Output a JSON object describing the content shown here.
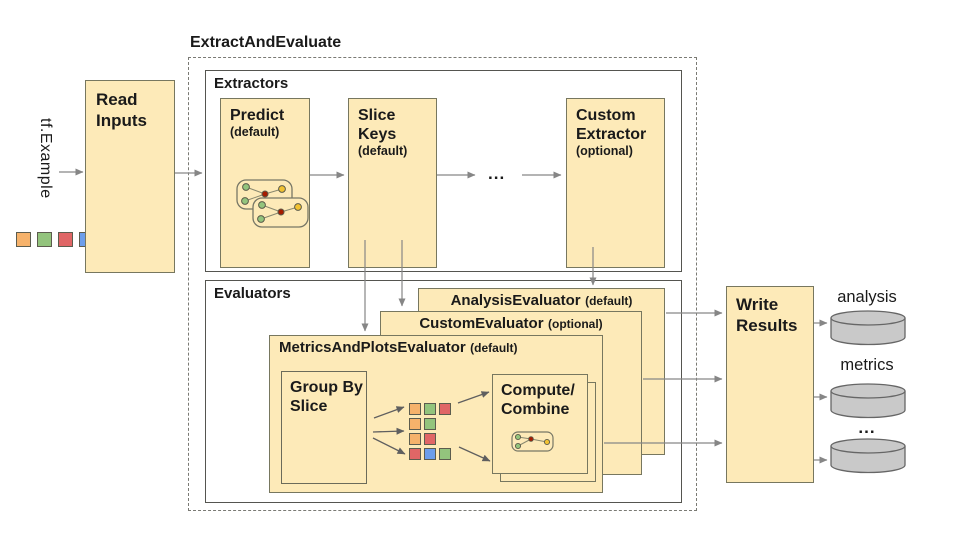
{
  "diagram": {
    "title": "ExtractAndEvaluate",
    "input": {
      "label": "tf.Example",
      "square_colors": [
        "#f6b26b",
        "#93c47d",
        "#e06666",
        "#6d9eeb"
      ]
    },
    "read_inputs": {
      "label": "Read Inputs"
    },
    "extractors": {
      "label": "Extractors",
      "predict": {
        "name": "Predict",
        "qualifier": "(default)"
      },
      "slice_keys": {
        "name": "Slice Keys",
        "qualifier": "(default)"
      },
      "ellipsis": "...",
      "custom": {
        "name": "Custom Extractor",
        "qualifier": "(optional)"
      }
    },
    "evaluators": {
      "label": "Evaluators",
      "analysis": {
        "name": "AnalysisEvaluator",
        "qualifier": "(default)"
      },
      "custom": {
        "name": "CustomEvaluator",
        "qualifier": "(optional)"
      },
      "metrics_and_plots": {
        "name": "MetricsAndPlotsEvaluator",
        "qualifier": "(default)"
      },
      "group_by_slice": {
        "label": "Group By Slice"
      },
      "slice_groups": [
        [
          "#f6b26b",
          "#93c47d",
          "#e06666"
        ],
        [
          "#f6b26b",
          "#93c47d"
        ],
        [
          "#f6b26b",
          "#e06666"
        ],
        [
          "#e06666",
          "#6d9eeb",
          "#93c47d"
        ]
      ],
      "compute_combine": {
        "line1": "Compute/",
        "line2": "Combine"
      }
    },
    "write_results": {
      "label": "Write Results"
    },
    "outputs": [
      {
        "label": "analysis"
      },
      {
        "label": "metrics"
      },
      {
        "label": "..."
      }
    ],
    "colors": {
      "box_fill": "#fdeab8",
      "box_border": "#77775f",
      "cylinder_fill": "#c9c9c9",
      "cylinder_border": "#666666",
      "arrow": "#868686",
      "fan_arrow": "#5f5f5f",
      "icon_green": "#93c47d",
      "icon_red": "#a61c00",
      "icon_yellow": "#f1c232",
      "icon_border": "#777766"
    }
  }
}
